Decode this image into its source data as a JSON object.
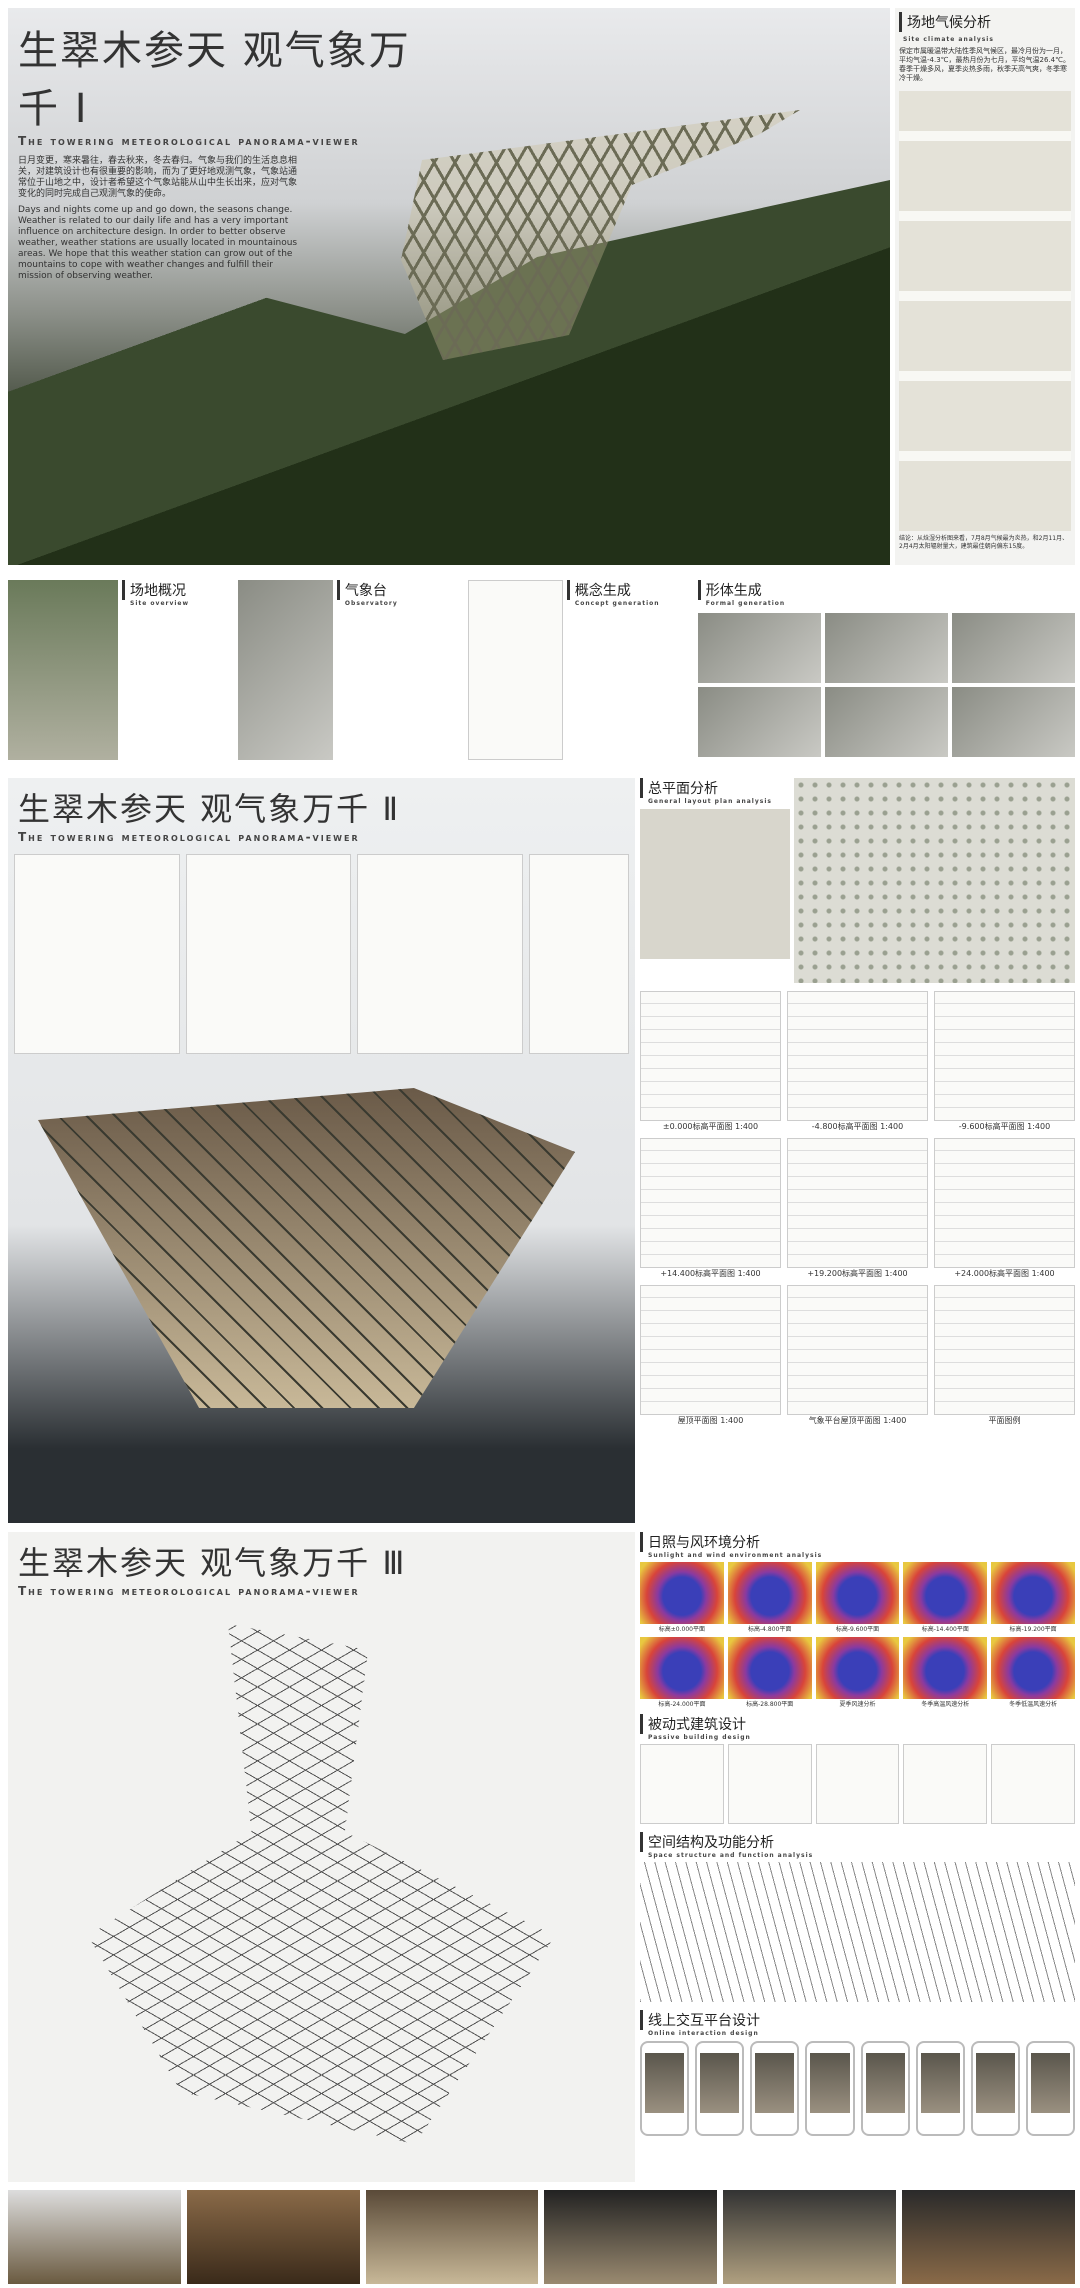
{
  "board1": {
    "title": "生翠木参天 观气象万千 Ⅰ",
    "subtitle": "The towering meteorological panorama-viewer",
    "intro_cn": "日月变更，寒来暑往，春去秋来，冬去春归。气象与我们的生活息息相关，对建筑设计也有很重要的影响，而为了更好地观测气象，气象站通常位于山地之中，设计者希望这个气象站能从山中生长出来，应对气象变化的同时完成自己观测气象的使命。",
    "intro_en": "Days and nights come up and go down, the seasons change. Weather is related to our daily life and has a very important influence on architecture design. In order to better observe weather, weather stations are usually located in mountainous areas. We hope that this weather station can grow out of the mountains to cope with weather changes and fulfill their mission of observing weather.",
    "climate": {
      "title": "场地气候分析",
      "sub": "Site climate analysis",
      "text": "保定市属暖温带大陆性季风气候区，最冷月份为一月，平均气温-4.3℃，最热月份为七月，平均气温26.4℃。春季干燥多风，夏季炎热多雨，秋季天高气爽，冬季寒冷干燥。",
      "note": "结论：从焓湿分析图来看，7月8月气候最为炎热，和2月11月、2月4月太阳辐射量大，建筑最佳朝向偏东15度。"
    },
    "sections": [
      {
        "title": "场地概况",
        "sub": "Site overview"
      },
      {
        "title": "气象台",
        "sub": "Observatory"
      },
      {
        "title": "概念生成",
        "sub": "Concept generation"
      },
      {
        "title": "形体生成",
        "sub": "Formal generation"
      }
    ]
  },
  "board2": {
    "title": "生翠木参天 观气象万千 Ⅱ",
    "subtitle": "The towering meteorological panorama-viewer",
    "layout": {
      "title": "总平面分析",
      "sub": "General layout plan analysis"
    },
    "plans": [
      "±0.000标高平面图",
      "-4.800标高平面图",
      "-9.600标高平面图",
      "+14.400标高平面图",
      "+19.200标高平面图",
      "+24.000标高平面图",
      "屋顶平面图",
      "气象平台屋顶平面图",
      "平面图例"
    ],
    "scale": "1:400"
  },
  "board3": {
    "title": "生翠木参天 观气象万千 Ⅲ",
    "subtitle": "The towering meteorological panorama-viewer",
    "sun": {
      "title": "日照与风环境分析",
      "sub": "Sunlight and wind environment analysis",
      "labels": [
        "标高±0.000平面",
        "标高-4.800平面",
        "标高-9.600平面",
        "标高-14.400平面",
        "标高-19.200平面",
        "标高-24.000平面",
        "标高-28.800平面",
        "夏季风速分析",
        "冬季高温风速分析",
        "冬季低温风速分析"
      ]
    },
    "passive": {
      "title": "被动式建筑设计",
      "sub": "Passive building design"
    },
    "space": {
      "title": "空间结构及功能分析",
      "sub": "Space structure and function analysis"
    },
    "online": {
      "title": "线上交互平台设计",
      "sub": "Online interaction design"
    }
  }
}
